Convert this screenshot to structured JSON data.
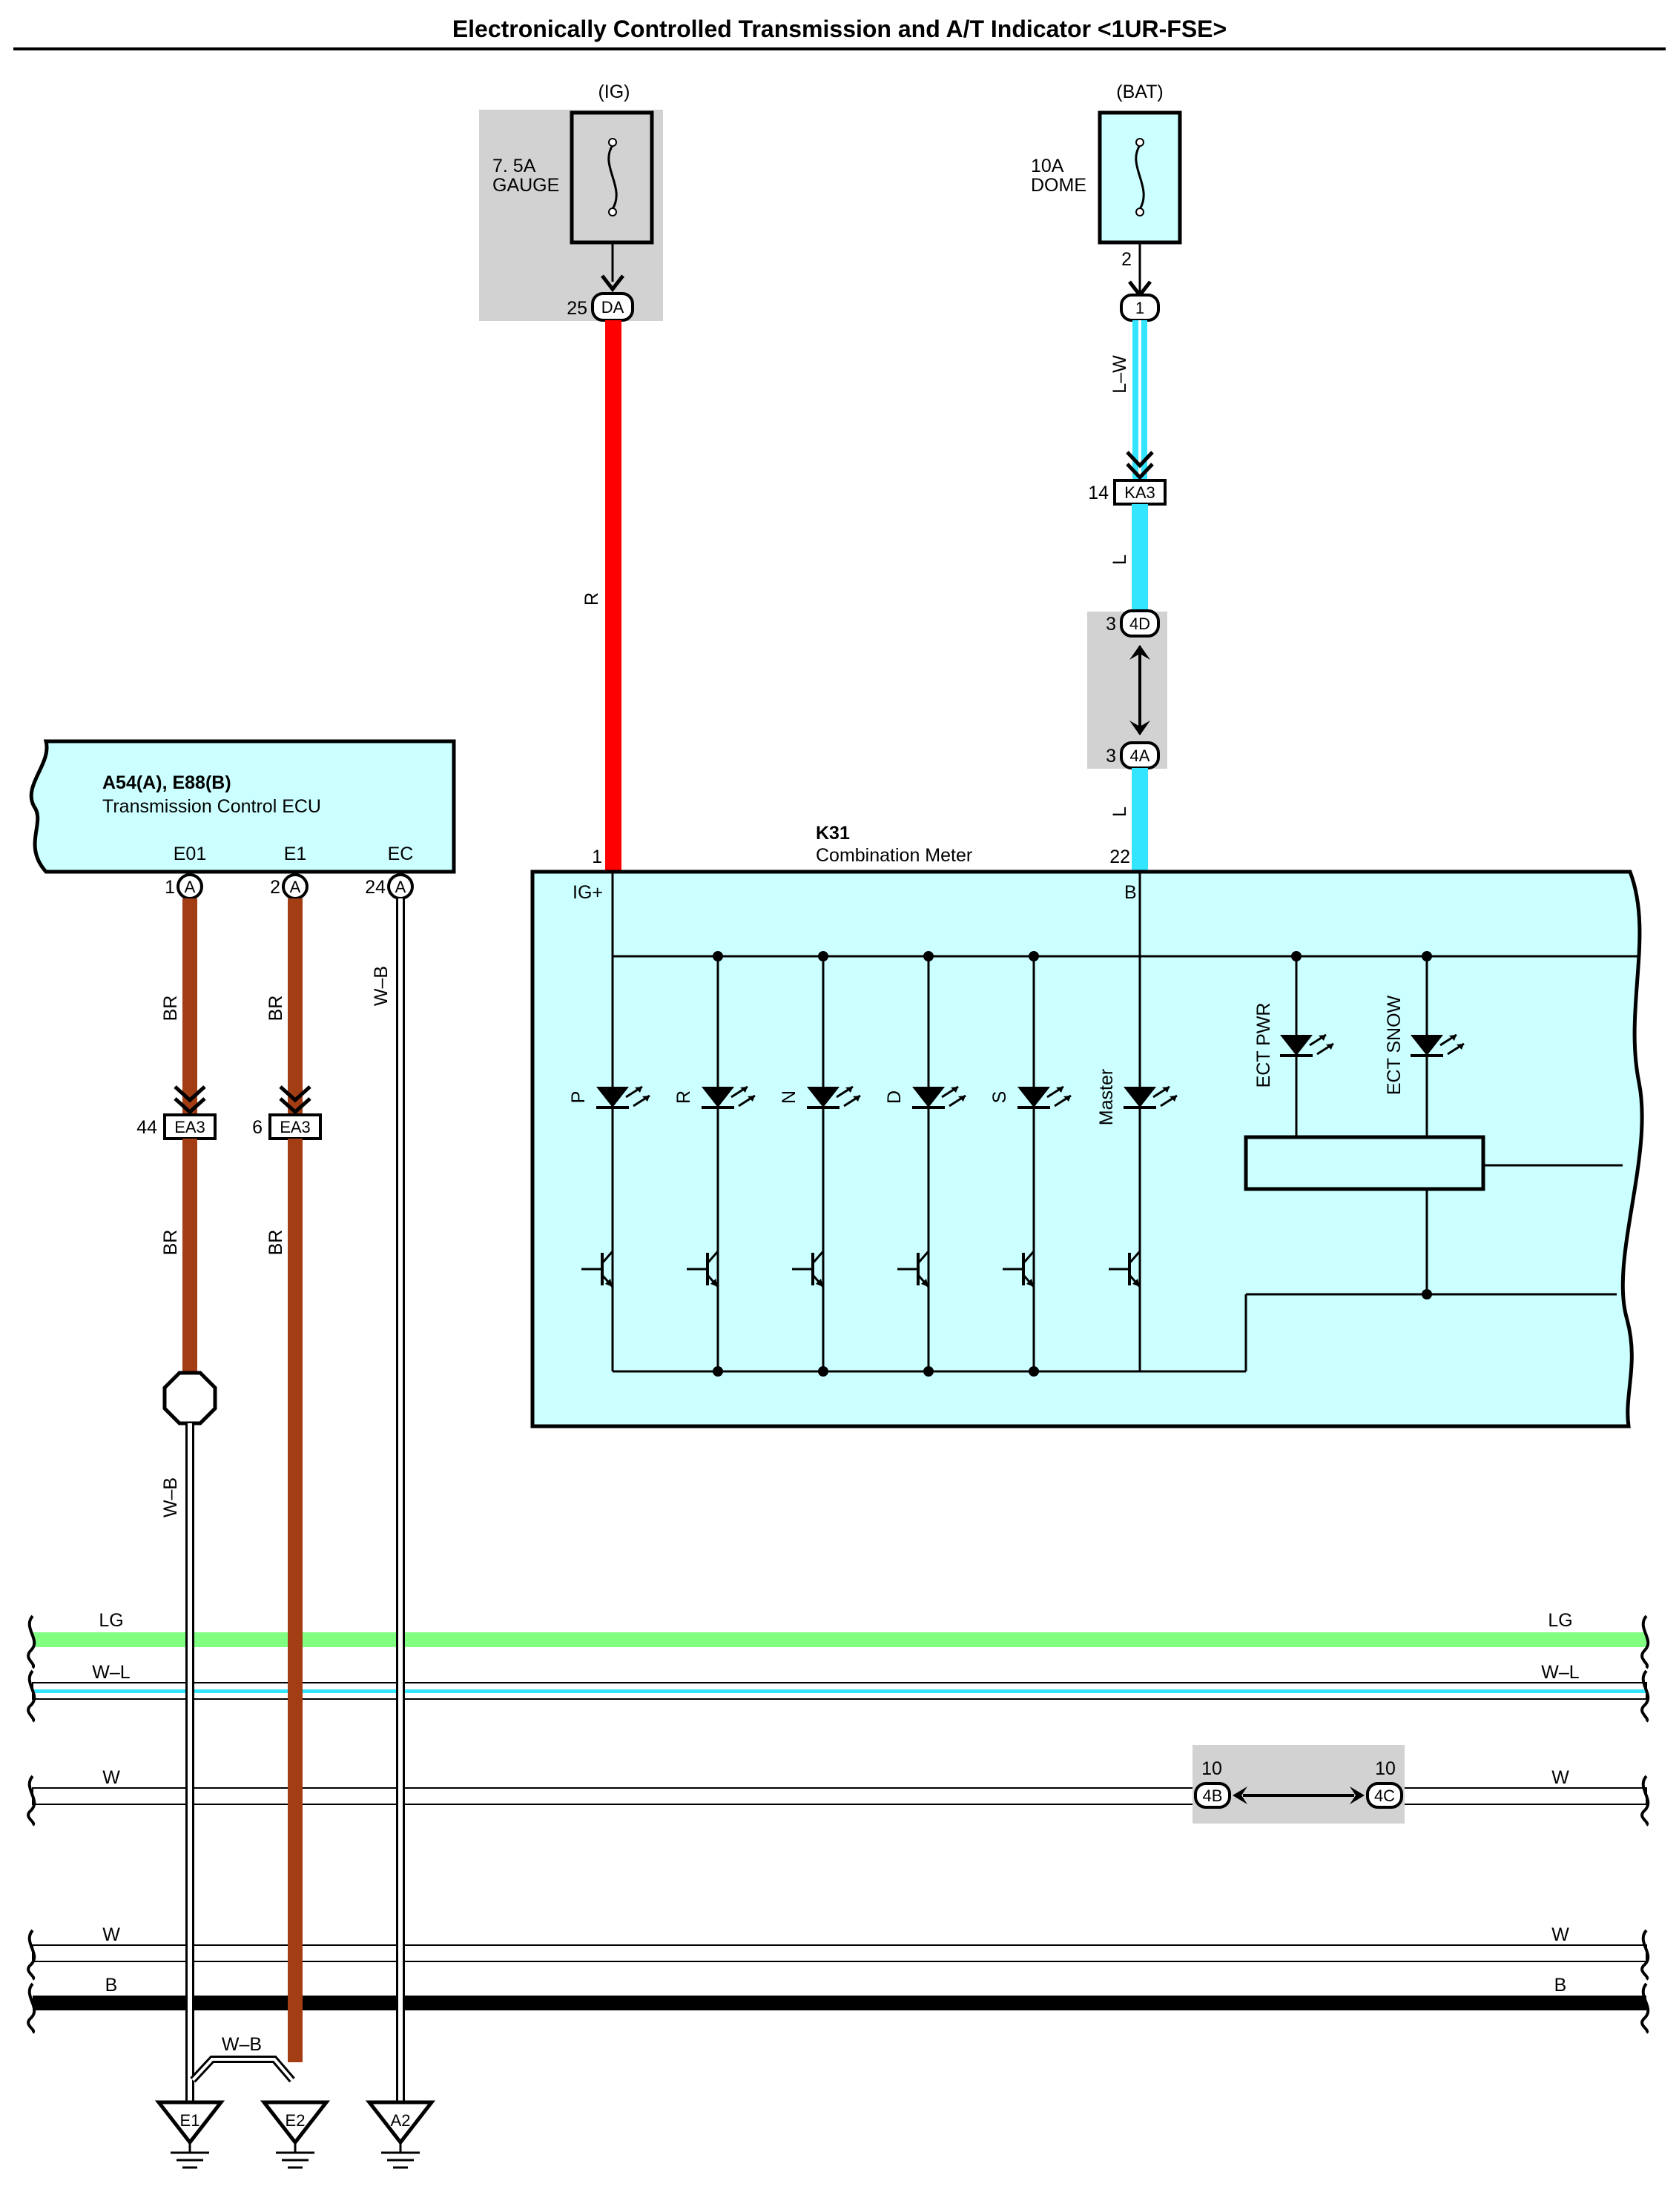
{
  "title": "Electronically Controlled Transmission and A/T Indicator <1UR-FSE>",
  "fuses": {
    "ig": {
      "source": "(IG)",
      "rating": "7. 5A",
      "name": "GAUGE",
      "connector": "DA",
      "pin": "25"
    },
    "bat": {
      "source": "(BAT)",
      "rating": "10A",
      "name": "DOME",
      "pin": "2",
      "connector": "1"
    }
  },
  "wires": {
    "r": "R",
    "lw": "L–W",
    "l1": "L",
    "l2": "L",
    "br1": "BR",
    "br2": "BR",
    "br3": "BR",
    "br4": "BR",
    "wb1": "W–B",
    "wb2": "W–B",
    "wb3": "W–B"
  },
  "junctions": {
    "ka3": {
      "pin": "14",
      "label": "KA3"
    },
    "j4d": {
      "pin": "3",
      "label": "4D"
    },
    "j4a": {
      "pin": "3",
      "label": "4A"
    },
    "ea3a": {
      "pin": "44",
      "label": "EA3"
    },
    "ea3b": {
      "pin": "6",
      "label": "EA3"
    },
    "j4b": {
      "pin": "10",
      "label": "4B"
    },
    "j4c": {
      "pin": "10",
      "label": "4C"
    }
  },
  "ecu": {
    "code": "A54(A), E88(B)",
    "name": "Transmission Control ECU",
    "terminals": [
      {
        "name": "E01",
        "pin": "1",
        "conn": "A"
      },
      {
        "name": "E1",
        "pin": "2",
        "conn": "A"
      },
      {
        "name": "EC",
        "pin": "24",
        "conn": "A"
      }
    ]
  },
  "meter": {
    "code": "K31",
    "name": "Combination Meter",
    "pin_ig": "1",
    "pin_b": "22",
    "term_ig": "IG+",
    "term_b": "B",
    "indicators": [
      "P",
      "R",
      "N",
      "D",
      "S",
      "Master"
    ],
    "ect": [
      "ECT PWR",
      "ECT SNOW"
    ]
  },
  "buses": {
    "lg": "LG",
    "wl": "W–L",
    "w1": "W",
    "w2": "W",
    "b": "B"
  },
  "grounds": [
    "E1",
    "E2",
    "A2"
  ],
  "colors": {
    "red": "#ff0000",
    "cyan": "#33e5ff",
    "brown": "#a33d14",
    "green": "#80ff80",
    "panel": "#ccffff",
    "gray": "#d2d2d2"
  }
}
